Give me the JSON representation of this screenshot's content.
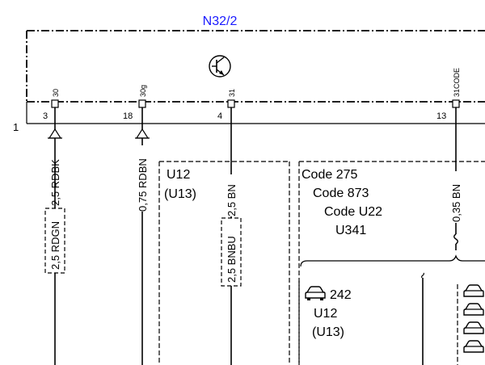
{
  "component": {
    "name": "N32/2",
    "color": "#1a1aff"
  },
  "line_label": "1",
  "pins": [
    {
      "pin": "3",
      "id": "30"
    },
    {
      "pin": "18",
      "id": "30g"
    },
    {
      "pin": "4",
      "id": "31"
    },
    {
      "pin": "13",
      "id": "31CODE"
    }
  ],
  "wires": [
    {
      "top": "2,5 RDBK",
      "mid": "2,5 RDGN"
    },
    {
      "top": "0,75 RDBN"
    },
    {
      "top": "2,5 BN",
      "mid": "2,5 BNBU"
    },
    {
      "top": "0,35 BN"
    }
  ],
  "box1": {
    "lines": [
      "U12",
      "(U13)"
    ]
  },
  "box2": {
    "lines": [
      "Code 275",
      "Code 873",
      "Code U22",
      "U341"
    ]
  },
  "sub": {
    "number": "242",
    "lines": [
      "U12",
      "(U13)"
    ]
  }
}
